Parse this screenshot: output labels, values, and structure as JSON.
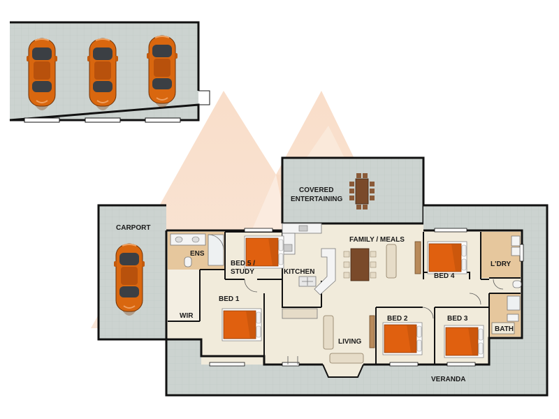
{
  "rooms": {
    "carport": "CARPORT",
    "ens": "ENS",
    "bed5": "BED 5 /",
    "study": "STUDY",
    "kitchen": "KITCHEN",
    "bed1": "BED 1",
    "wir": "WIR",
    "covered": "COVERED",
    "entertaining": "ENTERTAINING",
    "family_meals": "FAMILY / MEALS",
    "bed4": "BED 4",
    "ldry": "L'DRY",
    "bed2": "BED 2",
    "bed3": "BED 3",
    "bath": "BATH",
    "living": "LIVING",
    "veranda": "VERANDA"
  },
  "colors": {
    "paving": "#ccd3d0",
    "floor": "#f1ebdb",
    "wet_area": "#e6c79d",
    "bed_cover": "#e0600f",
    "car_body": "#d9670f",
    "watermark": "#f6c8a8"
  }
}
